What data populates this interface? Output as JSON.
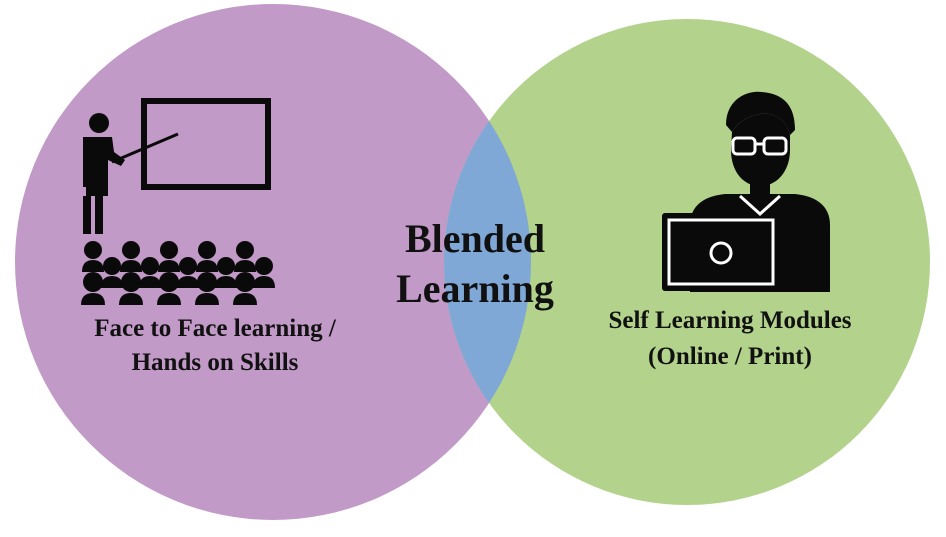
{
  "colors": {
    "left_circle": "#c29ac7",
    "right_circle": "#b3d38c",
    "overlap": "#7fa8d6",
    "icon": "#0a0a0a"
  },
  "icons": [
    "teacher-presenting-icon",
    "audience-icon",
    "student-laptop-icon"
  ],
  "left": {
    "line1": "Face to Face learning /",
    "line2": "Hands on Skills"
  },
  "center": {
    "line1": "Blended",
    "line2": "Learning"
  },
  "right": {
    "line1": "Self Learning Modules",
    "line2": "(Online / Print)"
  }
}
